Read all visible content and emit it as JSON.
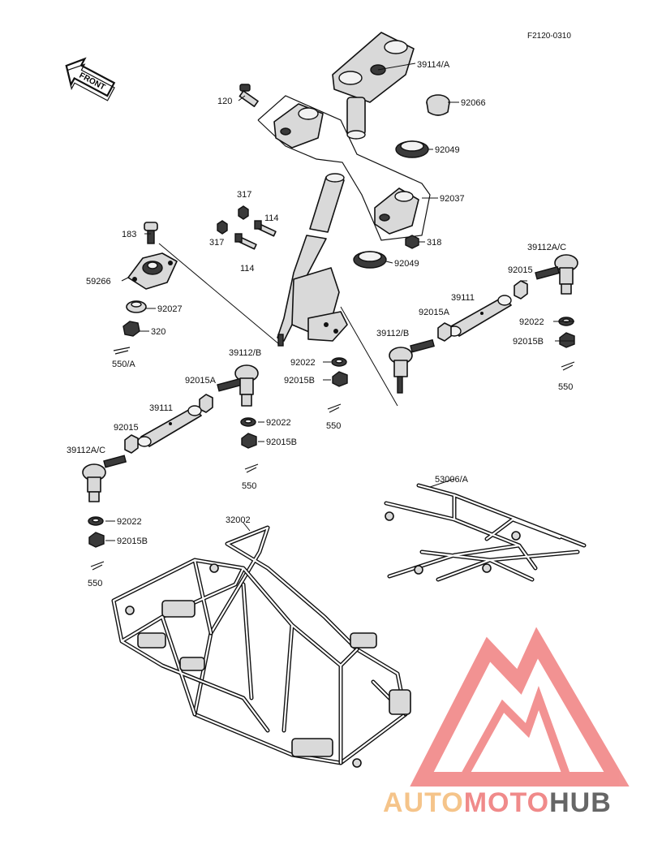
{
  "diagram_code": "F2120-0310",
  "front_arrow": "FRONT",
  "parts": [
    {
      "id": "p-39114a",
      "label": "39114/A"
    },
    {
      "id": "p-92066",
      "label": "92066"
    },
    {
      "id": "p-120",
      "label": "120"
    },
    {
      "id": "p-92049-top",
      "label": "92049"
    },
    {
      "id": "p-92037",
      "label": "92037"
    },
    {
      "id": "p-317-a",
      "label": "317"
    },
    {
      "id": "p-317-b",
      "label": "317"
    },
    {
      "id": "p-114-a",
      "label": "114"
    },
    {
      "id": "p-114-b",
      "label": "114"
    },
    {
      "id": "p-183",
      "label": "183"
    },
    {
      "id": "p-318",
      "label": "318"
    },
    {
      "id": "p-92049-bot",
      "label": "92049"
    },
    {
      "id": "p-59266",
      "label": "59266"
    },
    {
      "id": "p-92027",
      "label": "92027"
    },
    {
      "id": "p-320",
      "label": "320"
    },
    {
      "id": "p-550a",
      "label": "550/A"
    },
    {
      "id": "p-39112ac-r",
      "label": "39112A/C"
    },
    {
      "id": "p-92015-r",
      "label": "92015"
    },
    {
      "id": "p-39111-r",
      "label": "39111"
    },
    {
      "id": "p-92015a-r",
      "label": "92015A"
    },
    {
      "id": "p-92022-r",
      "label": "92022"
    },
    {
      "id": "p-92015b-r",
      "label": "92015B"
    },
    {
      "id": "p-550-r",
      "label": "550"
    },
    {
      "id": "p-39112b-r",
      "label": "39112/B"
    },
    {
      "id": "p-92022-m",
      "label": "92022"
    },
    {
      "id": "p-92015b-m",
      "label": "92015B"
    },
    {
      "id": "p-550-m",
      "label": "550"
    },
    {
      "id": "p-39112b-l",
      "label": "39112/B"
    },
    {
      "id": "p-92015a-l",
      "label": "92015A"
    },
    {
      "id": "p-39111-l",
      "label": "39111"
    },
    {
      "id": "p-92015-l",
      "label": "92015"
    },
    {
      "id": "p-92022-l2",
      "label": "92022"
    },
    {
      "id": "p-92015b-l2",
      "label": "92015B"
    },
    {
      "id": "p-550-l2",
      "label": "550"
    },
    {
      "id": "p-39112ac-l",
      "label": "39112A/C"
    },
    {
      "id": "p-92022-l",
      "label": "92022"
    },
    {
      "id": "p-92015b-l",
      "label": "92015B"
    },
    {
      "id": "p-550-l",
      "label": "550"
    },
    {
      "id": "p-53006a",
      "label": "53006/A"
    },
    {
      "id": "p-32002",
      "label": "32002"
    }
  ],
  "watermark": {
    "parts": [
      "AUTO",
      "MOTO",
      "HUB"
    ],
    "colors": [
      "#f5c48a",
      "#f08a8a",
      "#666666"
    ],
    "logo_color": "#f08080"
  }
}
